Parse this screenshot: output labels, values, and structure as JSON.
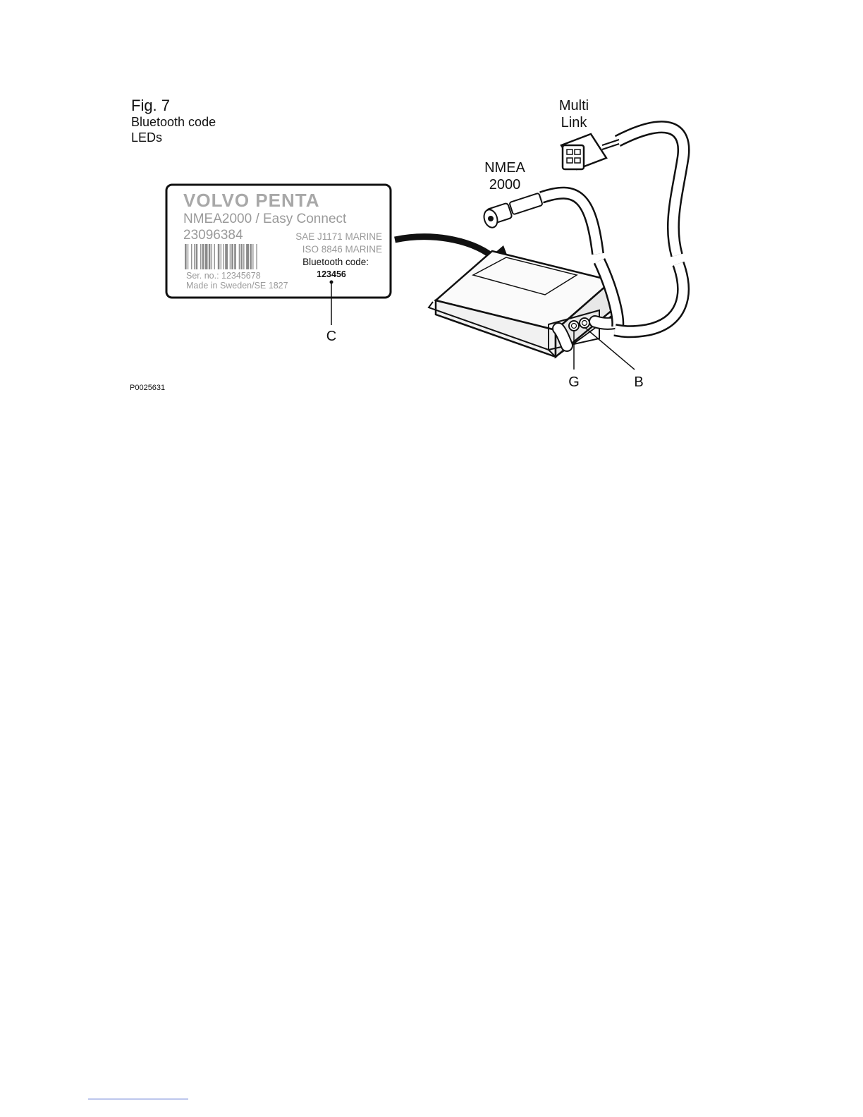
{
  "figure": {
    "title": "Fig. 7",
    "subtitle_lines": [
      "Bluetooth code",
      "LEDs"
    ],
    "figure_id": "P0025631"
  },
  "label_plate": {
    "brand": "VOLVO PENTA",
    "product": "NMEA2000 / Easy Connect",
    "part_number": "23096384",
    "standard_1": "SAE J1171 MARINE",
    "standard_2": "ISO 8846 MARINE",
    "bluetooth_label": "Bluetooth code:",
    "bluetooth_code": "123456",
    "serial": "Ser. no.:   12345678",
    "origin": "Made in Sweden/SE  1827"
  },
  "callouts": {
    "c": "C",
    "g": "G",
    "b": "B"
  },
  "connectors": {
    "multi_link_line1": "Multi",
    "multi_link_line2": "Link",
    "nmea_line1": "NMEA",
    "nmea_line2": "2000"
  },
  "colors": {
    "plate_text": "#a0a0a0",
    "line": "#111111",
    "rule": "#3a59c8"
  }
}
